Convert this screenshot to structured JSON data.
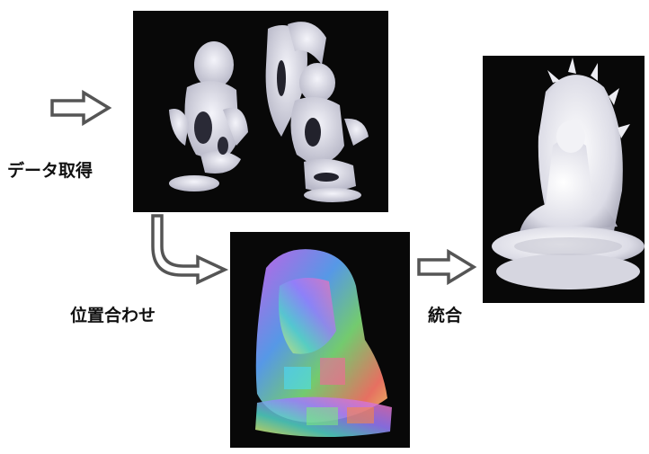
{
  "diagram": {
    "steps": [
      {
        "id": "acquire",
        "label": "データ取得"
      },
      {
        "id": "align",
        "label": "位置合わせ"
      },
      {
        "id": "merge",
        "label": "統合"
      }
    ],
    "colors": {
      "panel_bg": "#080808",
      "arrow_fill": "#ffffff",
      "arrow_stroke": "#555555",
      "statue_white": "#e8e8ee",
      "label_text": "#111111"
    },
    "icons": [
      "right-arrow-icon",
      "curved-arrow-icon",
      "right-arrow-icon"
    ]
  }
}
